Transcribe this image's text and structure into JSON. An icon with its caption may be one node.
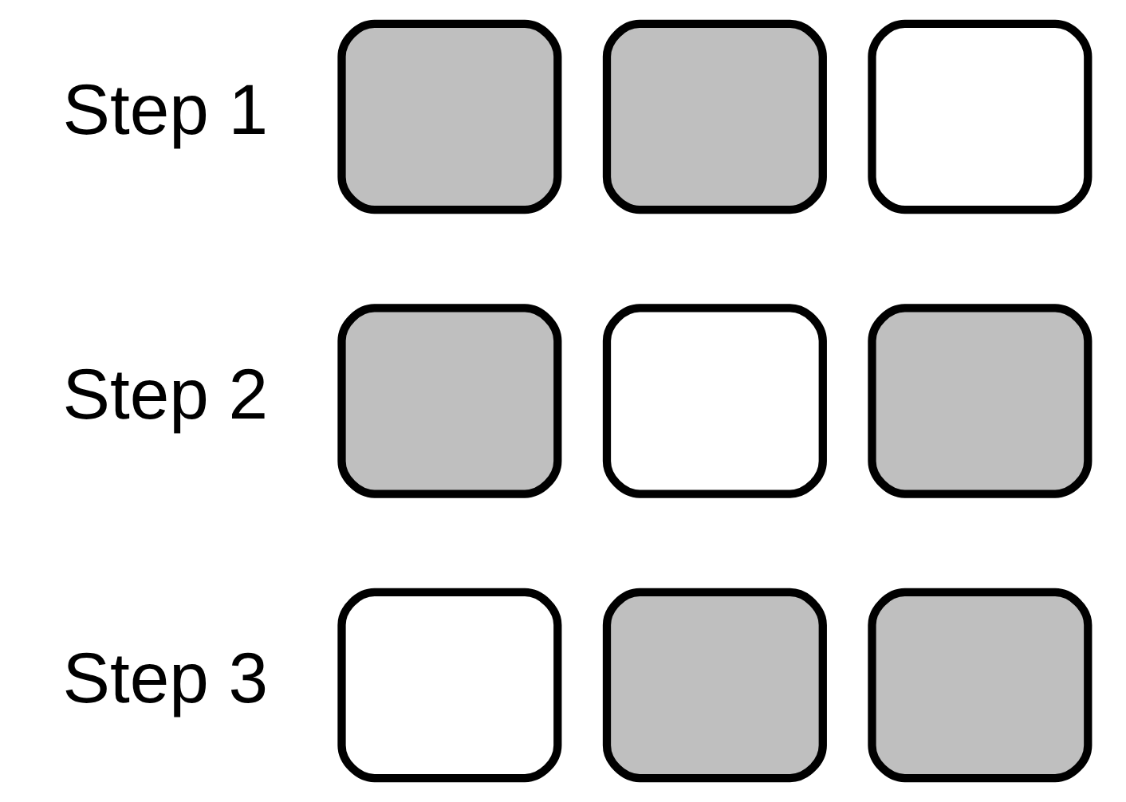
{
  "diagram": {
    "nodes": [
      {
        "text": [],
        "shape": "box"
      },
      {
        "text": [],
        "shape": "box"
      },
      {
        "text": [],
        "shape": "box"
      },
      {
        "text": [],
        "shape": "box"
      },
      {
        "text": [],
        "shape": "box"
      },
      {
        "text": [],
        "shape": "box"
      },
      {
        "text": [],
        "shape": "box"
      },
      {
        "text": [],
        "shape": "box"
      },
      {
        "text": [],
        "shape": "box"
      }
    ],
    "labels": [
      "Step 1",
      "Step 2",
      "Step 3"
    ]
  }
}
